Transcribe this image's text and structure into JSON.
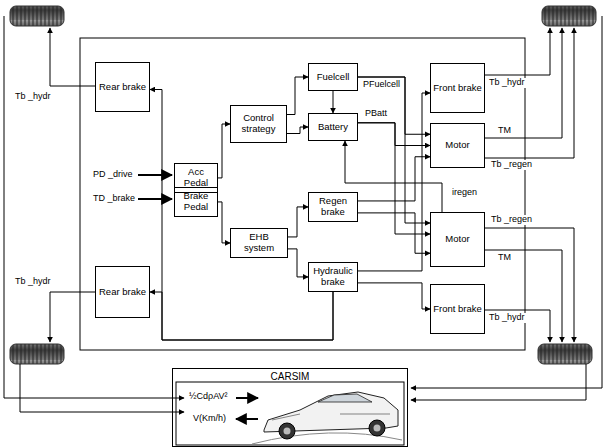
{
  "diagram": {
    "nodes": [
      {
        "text": [
          "Rear brake"
        ]
      },
      {
        "text": [
          "Acc Pedal"
        ]
      },
      {
        "text": [
          "Brake Pedal"
        ]
      },
      {
        "text": [
          "Rear brake"
        ]
      },
      {
        "text": [
          "Control strategy"
        ]
      },
      {
        "text": [
          "EHB system"
        ]
      },
      {
        "text": [
          "Fuelcell"
        ]
      },
      {
        "text": [
          "Battery"
        ]
      },
      {
        "text": [
          "Regen brake"
        ]
      },
      {
        "text": [
          "Hydraulic brake"
        ]
      },
      {
        "text": [
          "Front brake"
        ]
      },
      {
        "text": [
          "Motor"
        ]
      },
      {
        "text": [
          "Motor"
        ]
      },
      {
        "text": [
          "Front brake"
        ]
      },
      {
        "text": [
          "CARSIM"
        ]
      }
    ],
    "edges": [
      {
        "from": 1,
        "to": 4,
        "arrow": "to"
      },
      {
        "from": 2,
        "to": 5,
        "arrow": "to"
      },
      {
        "from": 4,
        "to": 6,
        "arrow": "to"
      },
      {
        "from": 4,
        "to": 7,
        "arrow": "to"
      },
      {
        "from": 6,
        "to": 7,
        "arrow": "to"
      },
      {
        "from": 5,
        "to": 8,
        "arrow": "to"
      },
      {
        "from": 5,
        "to": 9,
        "arrow": "to"
      },
      {
        "from": 6,
        "to": 11,
        "arrow": "to"
      },
      {
        "from": 6,
        "to": 12,
        "arrow": "to"
      },
      {
        "from": 7,
        "to": 11,
        "arrow": "to"
      },
      {
        "from": 7,
        "to": 12,
        "arrow": "to"
      },
      {
        "from": 12,
        "to": 7,
        "arrow": "to"
      },
      {
        "from": 8,
        "to": 11,
        "arrow": "to"
      },
      {
        "from": 8,
        "to": 12,
        "arrow": "to"
      },
      {
        "from": 9,
        "to": 10,
        "arrow": "to"
      },
      {
        "from": 9,
        "to": 13,
        "arrow": "to"
      },
      {
        "from": 9,
        "to": 0,
        "arrow": "to"
      },
      {
        "from": 9,
        "to": 3,
        "arrow": "to"
      }
    ],
    "labels": [
      "PD _drive",
      "TD _brake",
      "Tb _hydr",
      "Tb _hydr",
      "PFuelcell",
      "PBatt",
      "Tb _hydr",
      "TM",
      "Tb _regen",
      "iregen",
      "Tb _regen",
      "TM",
      "Tb _hydr",
      "½CdρAV²",
      "V(Km/h)"
    ]
  }
}
